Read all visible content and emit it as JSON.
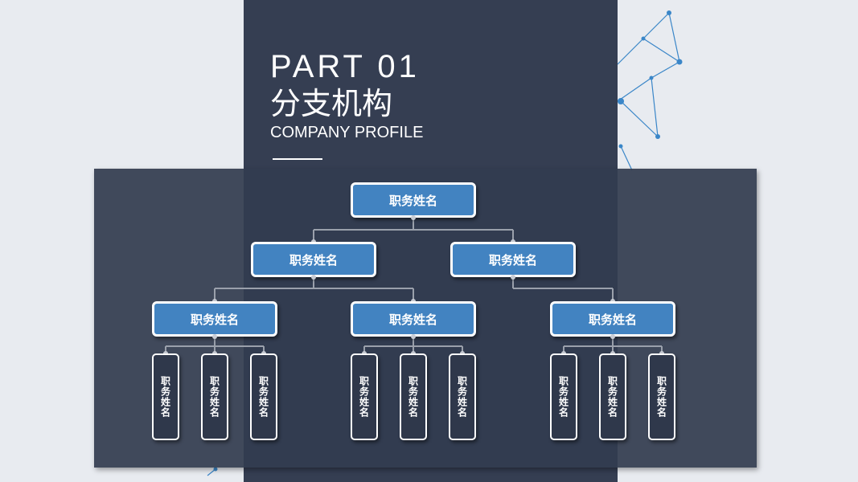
{
  "header": {
    "part": "PART 01",
    "title_cn": "分支机构",
    "subtitle_en": "COMPANY PROFILE"
  },
  "colors": {
    "background": "#e8ebf0",
    "panel": "#353e52",
    "node_blue": "#4283c1",
    "node_dark": "#2f384b",
    "network_accent": "#3a86c8"
  },
  "org_chart": {
    "root": {
      "label": "职务姓名"
    },
    "level2": [
      {
        "label": "职务姓名"
      },
      {
        "label": "职务姓名"
      }
    ],
    "level3": [
      {
        "label": "职务姓名",
        "children": [
          {
            "label": "职务姓名"
          },
          {
            "label": "职务姓名"
          },
          {
            "label": "职务姓名"
          }
        ]
      },
      {
        "label": "职务姓名",
        "children": [
          {
            "label": "职务姓名"
          },
          {
            "label": "职务姓名"
          },
          {
            "label": "职务姓名"
          }
        ]
      },
      {
        "label": "职务姓名",
        "children": [
          {
            "label": "职务姓名"
          },
          {
            "label": "职务姓名"
          },
          {
            "label": "职务姓名"
          }
        ]
      }
    ]
  }
}
